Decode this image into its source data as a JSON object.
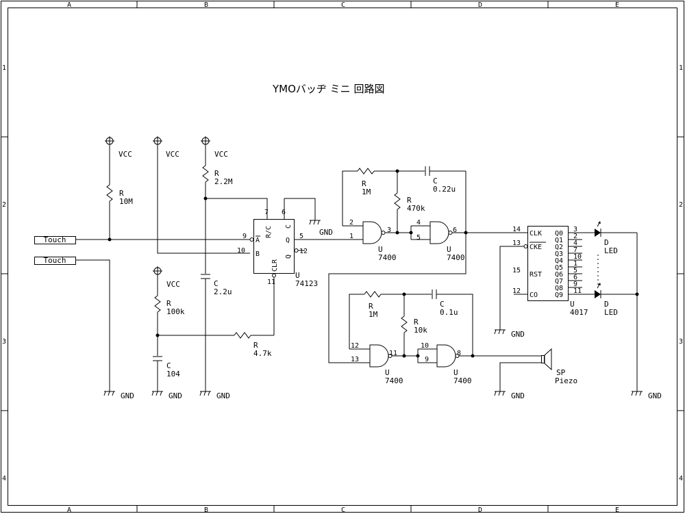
{
  "title": "YMOバッヂ ミニ 回路図",
  "frame": {
    "cols": [
      "A",
      "B",
      "C",
      "D",
      "E"
    ],
    "rows": [
      "1",
      "2",
      "3",
      "4"
    ]
  },
  "power": {
    "vcc": "VCC",
    "gnd": "GND"
  },
  "inputs": {
    "touch1": "Touch",
    "touch2": "Touch"
  },
  "resistors": {
    "r1": {
      "ref": "R",
      "value": "10M"
    },
    "r2": {
      "ref": "R",
      "value": "2.2M"
    },
    "r3": {
      "ref": "R",
      "value": "100k"
    },
    "r4": {
      "ref": "R",
      "value": "4.7k"
    },
    "r5": {
      "ref": "R",
      "value": "1M"
    },
    "r6": {
      "ref": "R",
      "value": "470k"
    },
    "r7": {
      "ref": "R",
      "value": "1M"
    },
    "r8": {
      "ref": "R",
      "value": "10k"
    }
  },
  "capacitors": {
    "c1": {
      "ref": "C",
      "value": "2.2u"
    },
    "c2": {
      "ref": "C",
      "value": "104"
    },
    "c3": {
      "ref": "C",
      "value": "0.22u"
    },
    "c4": {
      "ref": "C",
      "value": "0.1u"
    }
  },
  "ic74123": {
    "ref": "U",
    "part": "74123",
    "pins": {
      "a": "A",
      "b": "B",
      "rc": "R/C",
      "c": "C",
      "q": "Q",
      "qbar": "Q",
      "clr": "CLR"
    },
    "pin_numbers": {
      "a": "9",
      "b": "10",
      "rc": "7",
      "c": "6",
      "q": "5",
      "qbar": "12",
      "clr": "11"
    }
  },
  "nand_gates": {
    "u1": {
      "ref": "U",
      "part": "7400",
      "pins": [
        "2",
        "1",
        "3"
      ]
    },
    "u2": {
      "ref": "U",
      "part": "7400",
      "pins": [
        "4",
        "5",
        "6"
      ]
    },
    "u3": {
      "ref": "U",
      "part": "7400",
      "pins": [
        "12",
        "13",
        "11"
      ]
    },
    "u4": {
      "ref": "U",
      "part": "7400",
      "pins": [
        "10",
        "9",
        "8"
      ]
    }
  },
  "ic4017": {
    "ref": "U",
    "part": "4017",
    "pins": {
      "clk": "CLK",
      "cke": "CKE",
      "rst": "RST",
      "co": "CO"
    },
    "left_pin_numbers": {
      "clk": "14",
      "cke": "13",
      "rst": "15",
      "co": "12"
    },
    "outputs": [
      "Q0",
      "Q1",
      "Q2",
      "Q3",
      "Q4",
      "Q5",
      "Q6",
      "Q7",
      "Q8",
      "Q9"
    ],
    "output_pins": [
      "3",
      "2",
      "4",
      "7",
      "10",
      "1",
      "5",
      "6",
      "9",
      "11"
    ]
  },
  "leds": {
    "d1": {
      "ref": "D",
      "value": "LED"
    },
    "d2": {
      "ref": "D",
      "value": "LED"
    }
  },
  "speaker": {
    "ref": "SP",
    "value": "Piezo"
  }
}
